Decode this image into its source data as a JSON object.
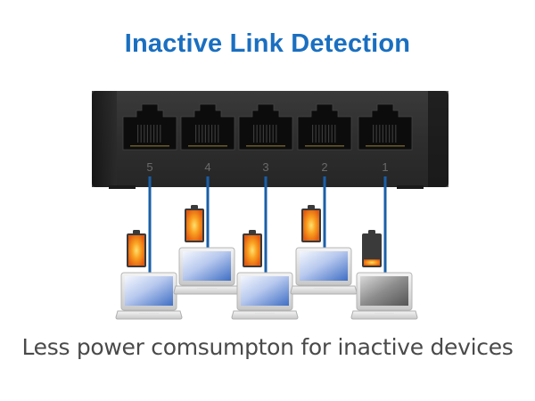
{
  "title": "Inactive Link Detection",
  "caption": "Less power comsumpton for inactive devices",
  "colors": {
    "title": "#1a6fc0",
    "cable": "#1a5fa8",
    "switch_body": "#2b2b2b",
    "battery_active": "#f07a10",
    "battery_inactive": "#3a3a3a",
    "screen_active": "#5a86d0",
    "screen_inactive": "#6a6a6a"
  },
  "ports": [
    {
      "label": "5",
      "device_state": "active",
      "battery_level": 1.0
    },
    {
      "label": "4",
      "device_state": "active",
      "battery_level": 1.0
    },
    {
      "label": "3",
      "device_state": "active",
      "battery_level": 1.0
    },
    {
      "label": "2",
      "device_state": "active",
      "battery_level": 1.0
    },
    {
      "label": "1",
      "device_state": "inactive",
      "battery_level": 0.2
    }
  ]
}
